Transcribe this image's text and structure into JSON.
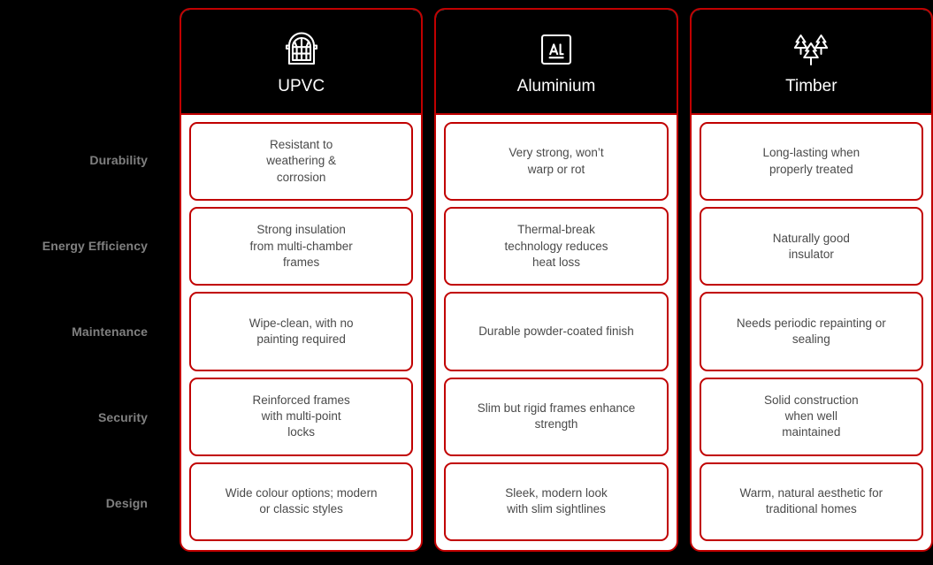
{
  "theme": {
    "background": "#000000",
    "accent_red": "#c10000",
    "card_background": "#ffffff",
    "header_background": "#000000",
    "header_title_color": "#ffffff",
    "row_label_color": "#808080",
    "cell_text_color": "#4a4a4a"
  },
  "comparison": {
    "row_labels": [
      "Durability",
      "Energy Efficiency",
      "Maintenance",
      "Security",
      "Design"
    ],
    "columns": [
      {
        "title": "UPVC",
        "icon": "arched-window-icon",
        "cells": [
          "Resistant to\nweathering &\ncorrosion",
          "Strong insulation\nfrom multi-chamber\nframes",
          "Wipe-clean, with no\npainting required",
          "Reinforced frames\nwith multi-point\nlocks",
          "Wide colour options; modern\nor classic styles"
        ]
      },
      {
        "title": "Aluminium",
        "icon": "aluminium-element-icon",
        "cells": [
          "Very strong, won’t\nwarp or rot",
          "Thermal-break\ntechnology reduces\nheat loss",
          "Durable powder-coated finish",
          "Slim but rigid frames enhance\nstrength",
          "Sleek, modern look\nwith slim sightlines"
        ]
      },
      {
        "title": "Timber",
        "icon": "pine-trees-icon",
        "cells": [
          "Long-lasting when\nproperly treated",
          "Naturally good\ninsulator",
          "Needs periodic repainting or\nsealing",
          "Solid construction\nwhen well\nmaintained",
          "Warm, natural aesthetic for\ntraditional homes"
        ]
      }
    ]
  }
}
